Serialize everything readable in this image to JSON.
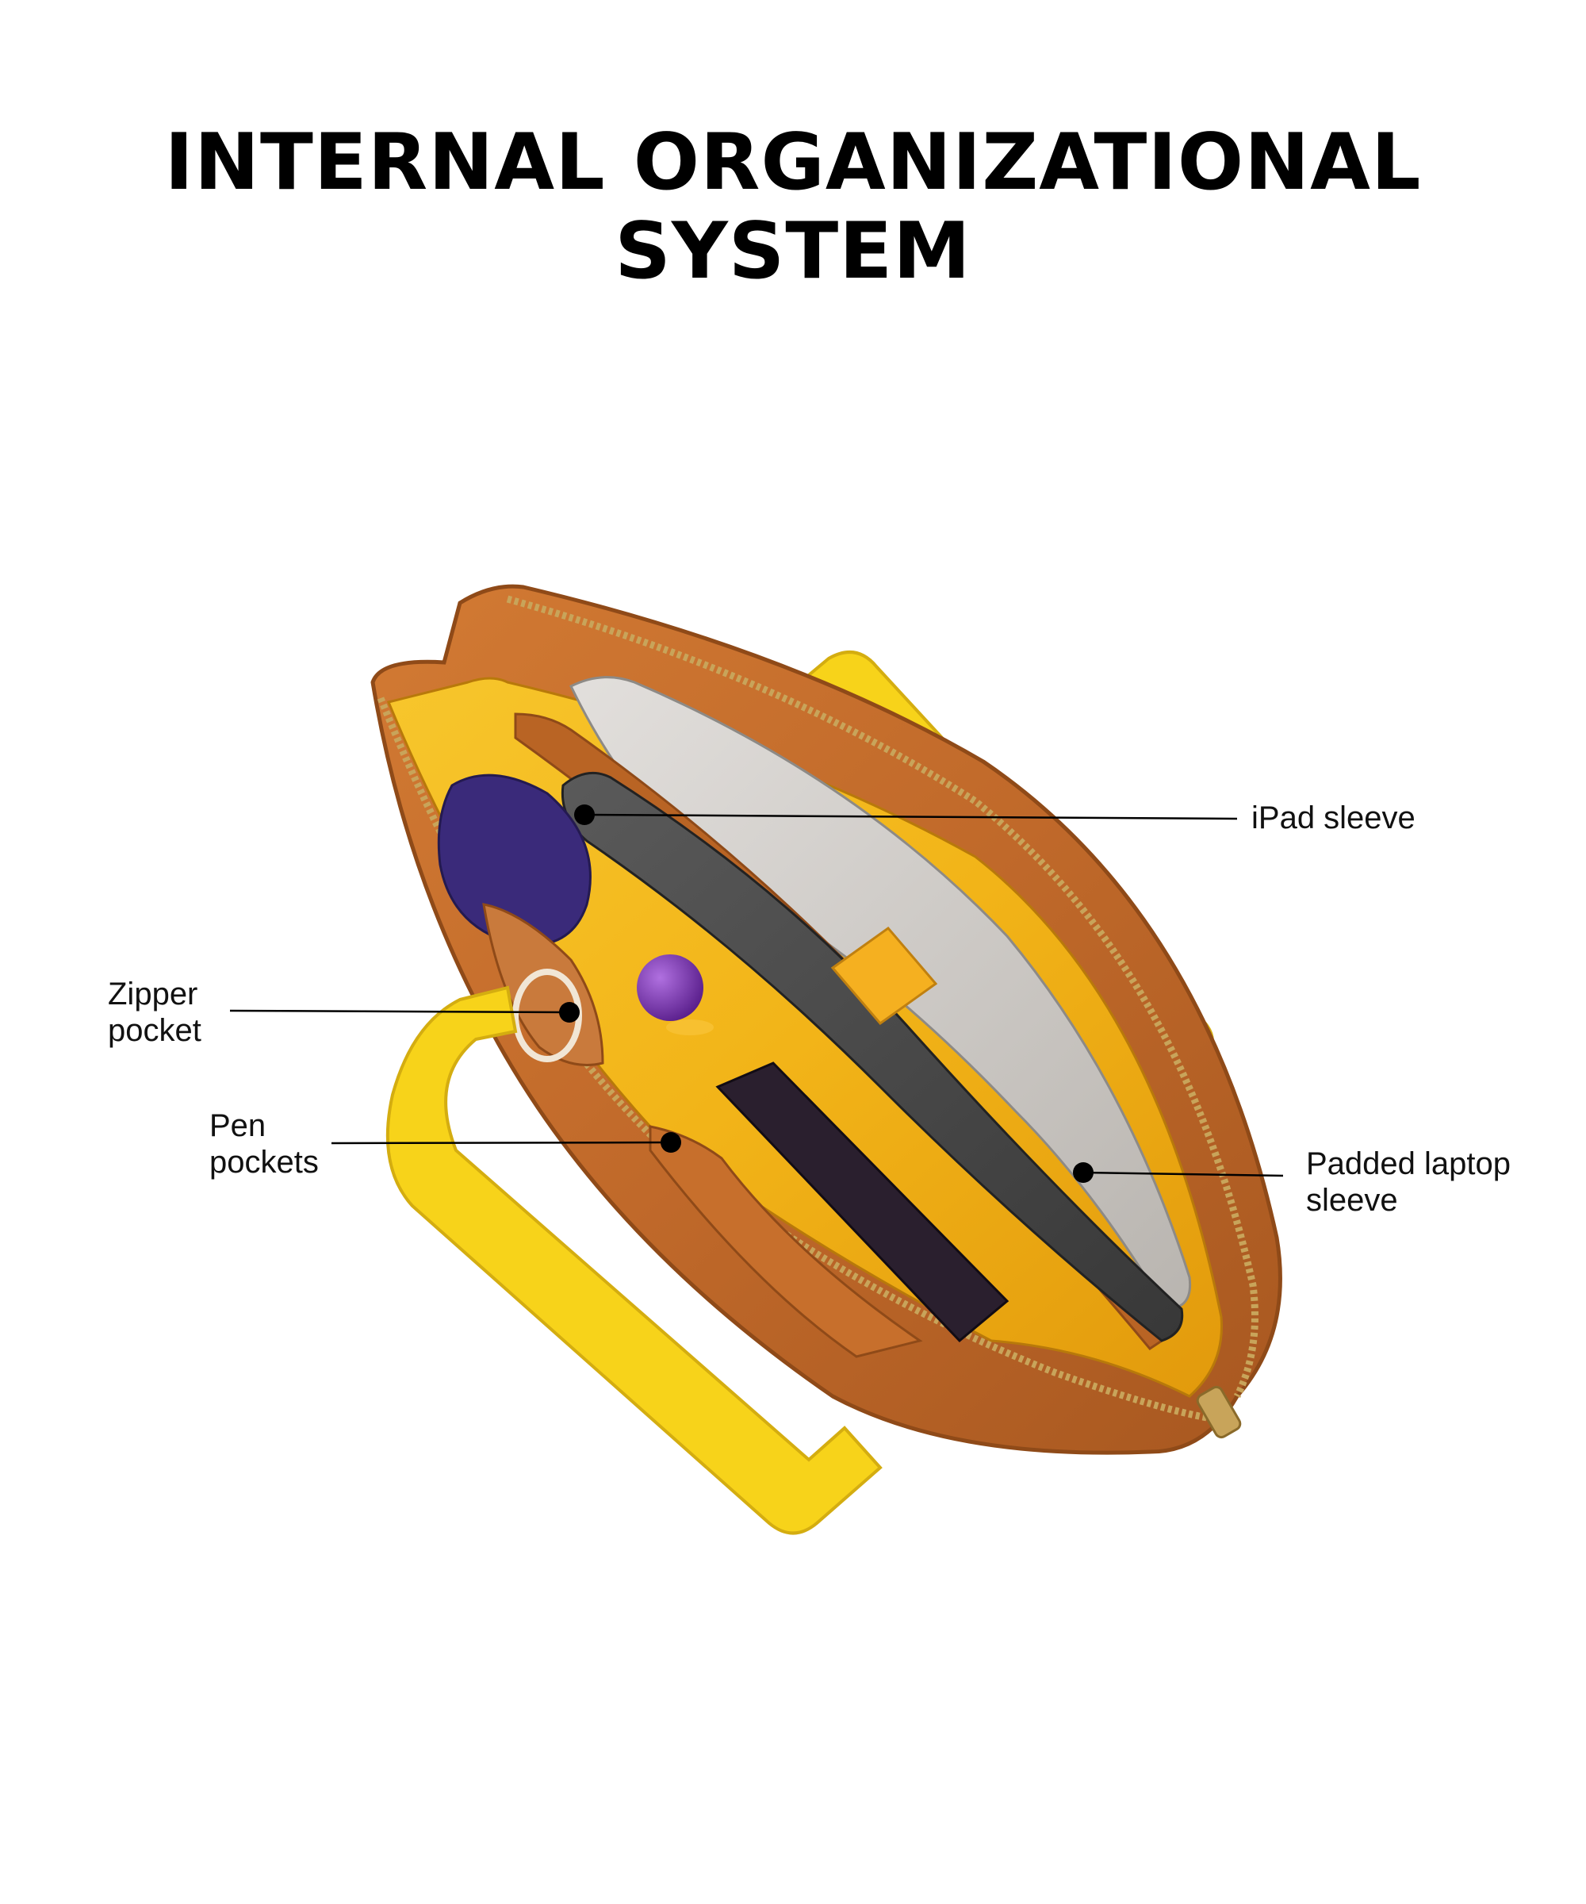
{
  "heading": {
    "line1": "INTERNAL ORGANIZATIONAL",
    "line2": "SYSTEM"
  },
  "callouts": {
    "ipad": {
      "line1": "iPad sleeve"
    },
    "zipper": {
      "line1": "Zipper",
      "line2": "pocket"
    },
    "pen": {
      "line1": "Pen",
      "line2": "pockets"
    },
    "laptop": {
      "line1": "Padded laptop",
      "line2": "sleeve"
    }
  },
  "colors": {
    "leather": "#c0692a",
    "leather_dark": "#8f4a18",
    "lining": "#f2b418",
    "handle": "#f7d31a",
    "zipper": "#c8a45a",
    "tablet": "#4a4a4a",
    "laptop": "#c9c6c2",
    "pouch": "#3a2a7a",
    "ball": "#6a2aa0",
    "bar": "#2a1f2e",
    "leader": "#000000"
  }
}
